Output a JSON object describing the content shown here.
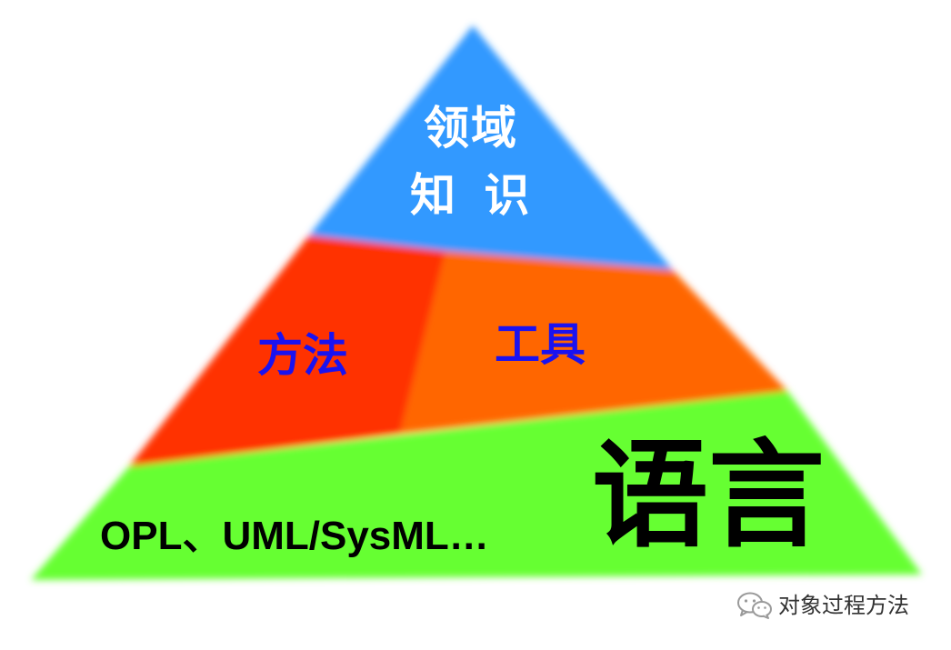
{
  "diagram": {
    "layers": {
      "top": {
        "line1": "领域",
        "line2": "知 识",
        "color": "#3399ff"
      },
      "middle_left": {
        "label": "方法",
        "color": "#ff3300",
        "text_color": "#1a12f0"
      },
      "middle_right": {
        "label": "工具",
        "color": "#ff6600",
        "text_color": "#1a12f0"
      },
      "bottom": {
        "languages": "OPL、UML/SysML…",
        "label": "语言",
        "color": "#66ff33"
      }
    }
  },
  "watermark": {
    "icon": "wechat-icon",
    "text": "对象过程方法"
  }
}
